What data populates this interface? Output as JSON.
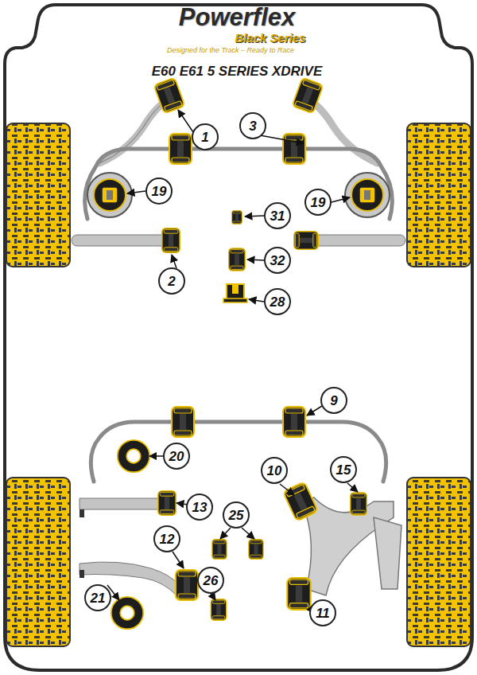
{
  "diagram": {
    "title": "E60 E61 5 SERIES XDRIVE",
    "nodes": [
      {
        "text": [
          "1"
        ]
      },
      {
        "text": [
          "3"
        ]
      },
      {
        "text": [
          "19"
        ]
      },
      {
        "text": [
          "19"
        ]
      },
      {
        "text": [
          "31"
        ]
      },
      {
        "text": [
          "2"
        ]
      },
      {
        "text": [
          "32"
        ]
      },
      {
        "text": [
          "28"
        ]
      },
      {
        "text": [
          "9"
        ]
      },
      {
        "text": [
          "20"
        ]
      },
      {
        "text": [
          "10"
        ]
      },
      {
        "text": [
          "15"
        ]
      },
      {
        "text": [
          "13"
        ]
      },
      {
        "text": [
          "25"
        ]
      },
      {
        "text": [
          "12"
        ]
      },
      {
        "text": [
          "21"
        ]
      },
      {
        "text": [
          "26"
        ]
      },
      {
        "text": [
          "11"
        ]
      }
    ],
    "labels": [
      "Powerflex",
      "Black Series",
      "Designed for the Track – Ready to Race"
    ]
  }
}
